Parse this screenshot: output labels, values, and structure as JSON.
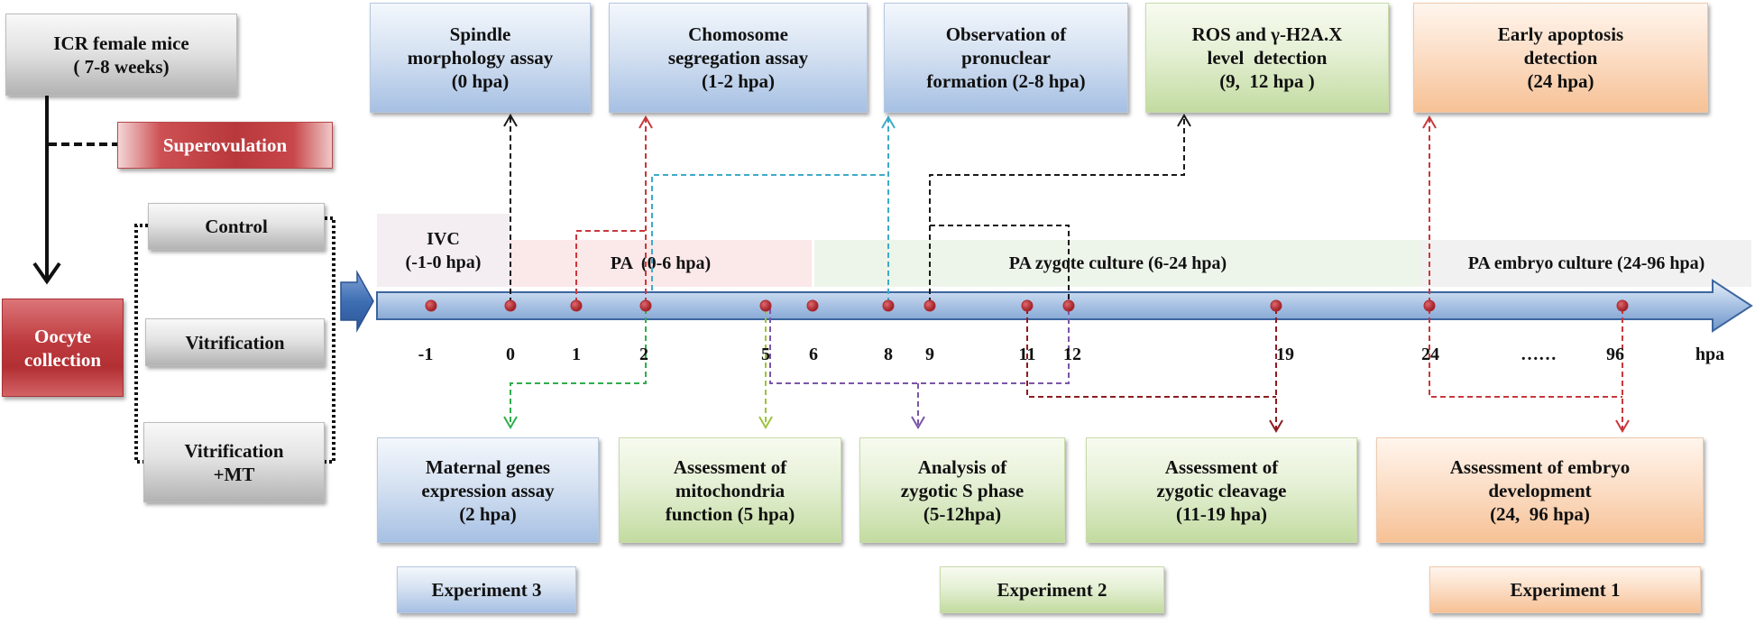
{
  "left_panel": {
    "source": {
      "lines": [
        "ICR female mice",
        "( 7-8 weeks)"
      ]
    },
    "superovulation": "Superovulation",
    "oocyte_collection": {
      "lines": [
        "Oocyte",
        "collection"
      ]
    },
    "groups": [
      {
        "lines": [
          "Control"
        ]
      },
      {
        "lines": [
          "Vitrification"
        ]
      },
      {
        "lines": [
          "Vitrification",
          "+MT"
        ]
      }
    ]
  },
  "top_assays": [
    {
      "lines": [
        "Spindle",
        "morphology assay",
        "(0 hpa)"
      ]
    },
    {
      "lines": [
        "Chomosome",
        "segregation assay",
        "(1-2 hpa)"
      ]
    },
    {
      "lines": [
        "Observation of",
        "pronuclear",
        "formation (2-8 hpa)"
      ]
    },
    {
      "lines": [
        "ROS and γ-H2A.X",
        "level  detection",
        "(9,  12 hpa )"
      ]
    },
    {
      "lines": [
        "Early apoptosis",
        "detection",
        "(24 hpa)"
      ]
    }
  ],
  "phases": [
    {
      "lines": [
        "IVC",
        "(-1-0 hpa)"
      ]
    },
    {
      "lines": [
        "PA  (0-6 hpa)"
      ]
    },
    {
      "lines": [
        "PA zygote culture (6-24 hpa)"
      ]
    },
    {
      "lines": [
        "PA embryo culture (24-96 hpa)"
      ]
    }
  ],
  "timeline": {
    "ticks": [
      "-1",
      "0",
      "1",
      "2",
      "5",
      "6",
      "8",
      "9",
      "11",
      "12",
      "19",
      "24",
      "……",
      "96"
    ],
    "unit": "hpa"
  },
  "bottom_assays": [
    {
      "lines": [
        "Maternal genes",
        "expression assay",
        "(2 hpa)"
      ]
    },
    {
      "lines": [
        "Assessment of",
        "mitochondria",
        "function (5 hpa)"
      ]
    },
    {
      "lines": [
        "Analysis of",
        "zygotic S phase",
        "(5-12hpa)"
      ]
    },
    {
      "lines": [
        "Assessment of",
        "zygotic cleavage",
        "(11-19 hpa)"
      ]
    },
    {
      "lines": [
        "Assessment of embryo",
        "development",
        "(24,  96 hpa)"
      ]
    }
  ],
  "experiments": [
    "Experiment 3",
    "Experiment 2",
    "Experiment 1"
  ],
  "colors": {
    "timeline_fill": "#a7c1e3",
    "timeline_stroke": "#3c669f",
    "marker": "#b02a30",
    "connector_black": "#1a1a1a",
    "connector_red": "#c9373c",
    "connector_cyan": "#3eaac9",
    "connector_green": "#2fae4b",
    "connector_yellow_green": "#9dc33b",
    "connector_purple": "#7b55a8",
    "connector_dark_red": "#8e1b1e"
  }
}
